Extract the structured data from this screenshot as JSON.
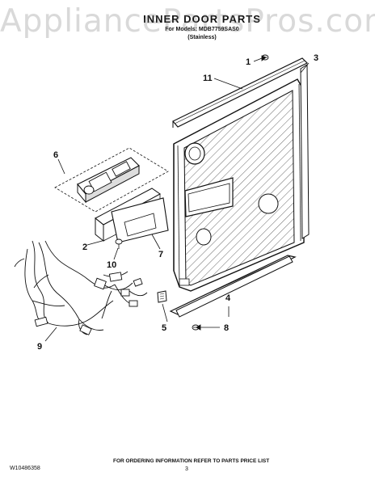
{
  "watermark": "AppliancePartsPros.com",
  "header": {
    "title": "INNER DOOR PARTS",
    "model_line": "For Models: MDB7759SAS0",
    "variant": "(Stainless)"
  },
  "callouts": [
    "1",
    "2",
    "3",
    "4",
    "5",
    "6",
    "7",
    "8",
    "9",
    "10",
    "11"
  ],
  "footer": {
    "ordering_note": "FOR ORDERING INFORMATION REFER TO PARTS PRICE LIST",
    "doc_id": "W10486358",
    "page": "3"
  }
}
